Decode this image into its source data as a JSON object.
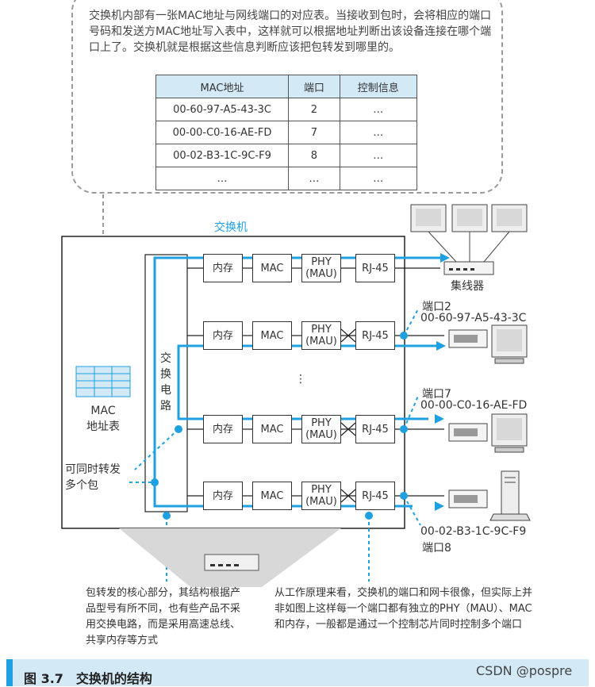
{
  "intro_text": "交换机内部有一张MAC地址与网线端口的对应表。当接收到包时，会将相应的端口号码和发送方MAC地址写入表中，这样就可以根据地址判断出该设备连接在哪个端口上了。交换机就是根据这些信息判断应该把包转发到哪里的。",
  "table": {
    "headers": [
      "MAC地址",
      "端口",
      "控制信息"
    ],
    "rows": [
      [
        "00-60-97-A5-43-3C",
        "2",
        "…"
      ],
      [
        "00-00-C0-16-AE-FD",
        "7",
        "…"
      ],
      [
        "00-02-B3-1C-9C-F9",
        "8",
        "…"
      ],
      [
        "…",
        "…",
        "…"
      ]
    ]
  },
  "switch_label": "交换机",
  "switch_circuit_label": "交换电路",
  "mac_table_label": "MAC\n地址表",
  "parallel_label": "可同时转发\n多个包",
  "module_labels": {
    "mem": "内存",
    "mac": "MAC",
    "phy": "PHY\n(MAU)",
    "rj45": "RJ-45"
  },
  "vertical_dots": "⋮",
  "hub_label": "集线器",
  "ports": [
    {
      "label": "端口2",
      "mac": "00-60-97-A5-43-3C"
    },
    {
      "label": "端口7",
      "mac": "00-00-C0-16-AE-FD"
    },
    {
      "label": "端口8",
      "mac": "00-02-B3-1C-9C-F9"
    }
  ],
  "note_left": "包转发的核心部分，其结构根据产品型号有所不同，也有些产品不采用交换电路，而是采用高速总线、共享内存等方式",
  "note_right": "从工作原理来看，交换机的端口和网卡很像，但实际上并非如图上这样每一个端口都有独立的PHY（MAU）、MAC和内存，一般都是通过一个控制芯片同时控制多个端口",
  "figure_title": "图 3.7　交换机的结构",
  "watermark": "CSDN @pospre",
  "colors": {
    "accent": "#1fa0e0",
    "header_bg": "#d3e9f6"
  }
}
